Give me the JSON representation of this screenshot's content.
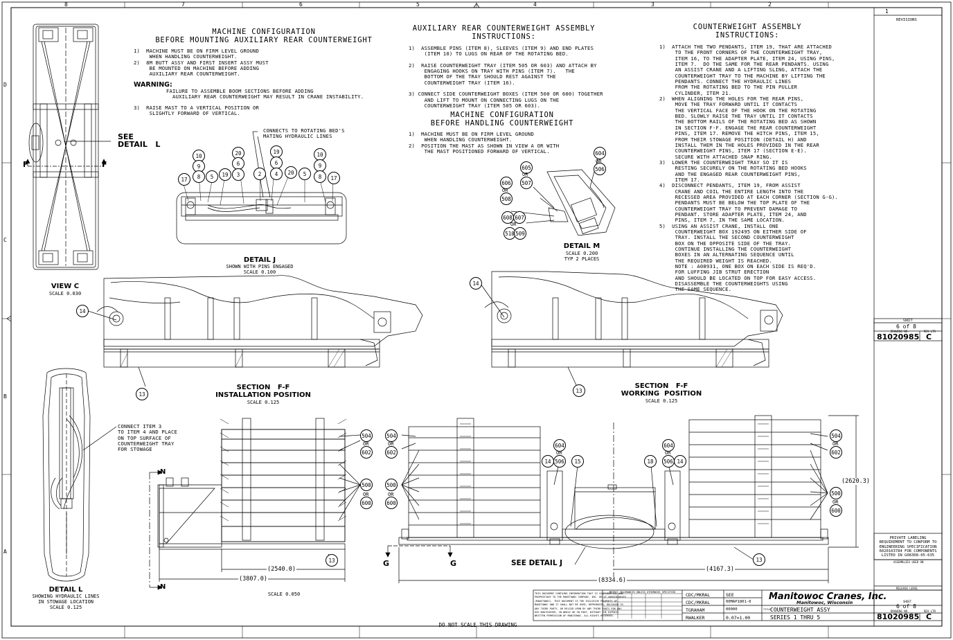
{
  "zones_top": [
    "8",
    "7",
    "6",
    "5",
    "4",
    "3",
    "2",
    "1"
  ],
  "zones_side": [
    "D",
    "C",
    "B",
    "A"
  ],
  "notes": {
    "machine_config_1": {
      "title": "MACHINE CONFIGURATION\nBEFORE MOUNTING AUXILIARY REAR COUNTERWEIGHT",
      "items": "1)  MACHINE MUST BE ON FIRM LEVEL GROUND\n     WHEN HANDLING COUNTERWEIGHT.\n2)  8M BUTT ASSY AND FIRST INSERT ASSY MUST\n     BE MOUNTED ON MACHINE BEFORE ADDING\n     AUXILIARY REAR COUNTERWEIGHT.",
      "warning_label": "WARNING:",
      "warning_text": "FAILURE TO ASSEMBLE BOOM SECTIONS BEFORE ADDING\n  AUXILIARY REAR COUNTERWEIGHT MAY RESULT IN CRANE INSTABILITY.",
      "item3": "3)  RAISE MAST TO A VERTICAL POSITION OR\n     SLIGHTLY FORWARD OF VERTICAL."
    },
    "aux_rear": {
      "title": "AUXILIARY REAR COUNTERWEIGHT ASSEMBLY\nINSTRUCTIONS:",
      "items": "1)  ASSEMBLE PINS (ITEM 8), SLEEVES (ITEM 9) AND END PLATES\n     (ITEM 10) TO LUGS ON REAR OF THE ROTATING BED.\n\n2)  RAISE COUNTERWEIGHT TRAY (ITEM 505 OR 603) AND ATTACH BY\n     ENGAGING HOOKS ON TRAY WITH PINS (ITEM 7).   THE\n     BOTTOM OF THE TRAY SHOULD REST AGAINST THE\n     COUNTERWEIGHT TRAY (ITEM 16).\n\n3) CONNECT SIDE COUNTERWEIGHT BOXES (ITEM 500 OR 600) TOGETHER\n     AND LIFT TO MOUNT ON CONNECTING LUGS ON THE\n     COUNTERWEIGHT TRAY (ITEM 505 OR 603)."
    },
    "machine_config_2": {
      "title": "MACHINE CONFIGURATION\nBEFORE HANDLING COUNTERWEIGHT",
      "items": "1)  MACHINE MUST BE ON FIRM LEVEL GROUND\n     WHEN HANDLING COUNTERWEIGHT.\n2)  POSITION THE MAST AS SHOWN IN VIEW A OR WITH\n     THE MAST POSITIONED FORWARD OF VERTICAL."
    },
    "cw_assembly": {
      "title": "COUNTERWEIGHT ASSEMBLY\nINSTRUCTIONS:",
      "items": "1)  ATTACH THE TWO PENDANTS, ITEM 19, THAT ARE ATTACHED\n     TO THE FRONT CORNERS OF THE COUNTERWEIGHT TRAY,\n     ITEM 16, TO THE ADAPTER PLATE, ITEM 24, USING PINS,\n     ITEM 7.  DO THE SAME FOR THE REAR PENDANTS. USING\n     AN ASSIST CRANE AND A LIFTING SLING, ATTACH THE\n     COUNTERWEIGHT TRAY TO THE MACHINE BY LIFTING THE\n     PENDANTS. CONNECT THE HYDRAULIC LINES\n     FROM THE ROTATING BED TO THE PIN PULLER\n     CYLINDER, ITEM 21.\n2)  WHEN ALIGNING THE HOLES FOR THE REAR PINS,\n     MOVE THE TRAY FORWARD UNTIL IT CONTACTS\n     THE VERTICAL FACE OF THE HOOK ON THE ROTATING\n     BED. SLOWLY RAISE THE TRAY UNTIL IT CONTACTS\n     THE BOTTOM RAILS OF THE ROTATING BED AS SHOWN\n     IN SECTION F-F. ENGAGE THE REAR COUNTERWEIGHT\n     PINS, ITEM 17. REMOVE THE HITCH PINS, ITEM 15,\n     FROM THEIR STOWAGE POSITION (DETAIL H) AND\n     INSTALL THEM IN THE HOLES PROVIDED IN THE REAR\n     COUNTERWEIGHT PINS, ITEM 17 (SECTION E-E).\n     SECURE WITH ATTACHED SNAP RING.\n3)  LOWER THE COUNTERWEIGHT TRAY SO IT IS\n     RESTING SECURELY ON THE ROTATING BED HOOKS\n     AND THE ENGAGED REAR COUNTERWEIGHT PINS,\n     ITEM 17.\n4)  DISCONNECT PENDANTS, ITEM 19, FROM ASSIST\n     CRANE AND COIL THE ENTIRE LENGTH INTO THE\n     RECESSED AREA PROVIDED AT EACH CORNER (SECTION G-G).\n     PENDANTS MUST BE BELOW THE TOP PLATE OF THE\n     COUNTERWEIGHT TRAY TO PREVENT DAMAGE TO\n     PENDANT. STORE ADAPTER PLATE, ITEM 24, AND\n     PINS, ITEM 7, IN THE SAME LOCATION.\n5)  USING AN ASSIST CRANE, INSTALL ONE\n     COUNTERWEIGHT BOX 192495 ON EITHER SIDE OF\n     TRAY. INSTALL THE SECOND COUNTERWEIGHT\n     BOX ON THE OPPOSITE SIDE OF THE TRAY.\n     CONTINUE INSTALLING THE COUNTERWEIGHT\n     BOXES IN AN ALTERNATING SEQUENCE UNTIL\n     THE REQUIRED WEIGHT IS REACHED.\n     NOTE : A08931, ONE BOX ON EACH SIDE IS REQ'D.\n     FOR LUFFING JIB STRUT ERECTION\n     AND SHOULD BE LOCATED ON TOP FOR EASY ACCESS.\n     DISASSEMBLE THE COUNTERWEIGHTS USING\n     THE SAME SEQUENCE."
    }
  },
  "views": {
    "view_c": {
      "title": "VIEW  C",
      "scale": "SCALE  0.030"
    },
    "see_detail_l": "SEE\nDETAIL   L",
    "detail_j": {
      "title": "DETAIL   J",
      "sub": "SHOWN WITH PINS ENGAGED",
      "scale": "SCALE  0.100"
    },
    "detail_j_callout": "CONNECTS TO ROTATING BED'S\nMATING HYDRAULIC LINES",
    "detail_m": {
      "title": "DETAIL   M",
      "scale": "SCALE  0.200",
      "sub": "TYP 2 PLACES"
    },
    "section_ff_install": {
      "title": "SECTION   F-F\nINSTALLATION POSITION",
      "scale": "SCALE  0.125"
    },
    "section_ff_work": {
      "title": "SECTION   F-F\nWORKING  POSITION",
      "scale": "SCALE  0.125"
    },
    "detail_l": {
      "title": "DETAIL   L",
      "sub": "SHOWING HYDRAULIC LINES\nIN STOWAGE LOCATION",
      "scale": "SCALE  0.125"
    },
    "detail_l_callout": "CONNECT ITEM 3\nTO ITEM 4 AND PLACE\nON TOP SURFACE OF\nCOUNTERWEIGHT TRAY\nFOR STOWAGE",
    "scale_bottom": "SCALE  0.050",
    "see_detail_j": "SEE  DETAIL   J",
    "section_labels": {
      "f": "F",
      "n": "N",
      "g": "G"
    }
  },
  "dimensions": {
    "d2540": "(2540.0)",
    "d3807": "(3807.0)",
    "d8334": "(8334.6)",
    "d4167": "(4167.3)",
    "d2620": "(2620.3)"
  },
  "balloons": {
    "dj": [
      "17",
      "10",
      "9",
      "8",
      "5",
      "19",
      "20",
      "6",
      "3",
      "2",
      "19",
      "6",
      "4",
      "20",
      "5",
      "10",
      "9",
      "8",
      "17"
    ],
    "dm": [
      "605",
      "OR",
      "507",
      "606",
      "OR",
      "508",
      "608",
      "607",
      "OR",
      "510",
      "509",
      "604",
      "OR",
      "506"
    ],
    "sec": [
      "14",
      "13",
      "14",
      "13"
    ],
    "bottom": [
      "504",
      "OR",
      "602",
      "500",
      "OR",
      "600",
      "604",
      "OR",
      "506",
      "14",
      "15",
      "18",
      "604",
      "OR",
      "506",
      "14",
      "504",
      "OR",
      "602",
      "500",
      "OR",
      "600",
      "13",
      "13"
    ],
    "or": "OR"
  },
  "title_block": {
    "revisions": "REVISIONS",
    "sheet_label": "SHEET",
    "sheet": "6 of 8",
    "drawing_no_label": "DRAWING NO.",
    "rev_label": "REV LTR",
    "drawing_no": "81020985",
    "rev": "C",
    "private": "PRIVATE LABELING\nREQUIREMENT TO CONFORM TO\nENGINEERING SPECIFICATION\n6020103784 FOR COMPONENTS\nLISTED IN G08308-05-635",
    "assemblies_used_on": "ASSEMBLIES USED ON",
    "release_level": "RELEASE LEVEL",
    "company": "Manitowoc Cranes, Inc.",
    "location": "Manitowoc, Wisconsin",
    "title1": "COUNTERWEIGHT ASSY",
    "title2": "SERIES 1 THRU 5",
    "title_label": "TITLE",
    "dwn": "CDC/MKRAL",
    "chk": "CDC/MKRAL",
    "eng": "TGRAHAM",
    "appr": "RWALKER",
    "weight": "SEE",
    "proj": "00MAP1801-0",
    "code": "00000",
    "scale": "0.07=1.00",
    "confidential": "THIS DOCUMENT CONTAINS INFORMATION THAT IS CONFIDENTIAL AND\nPROPRIETARY TO THE MANITOWOC COMPANY, INC. OR IT SUBSIDIARIES\n(MANITOWOC). THIS DOCUMENT IS THE EXCLUSIVE PROPERTY OF\nMANITOWOC AND IT SHALL NOT BE USED, REPRODUCED, RELEASED TO\nANY THIRD PARTY, OR RELIED UPON BY ANY THIRD PARTY FOR ANY\nUSE WHATSOEVER, IN WHOLE OR IN PART, WITHOUT THE EXPRESS\nWRITTEN PERMISSION OF MANITOWOC. ALL RIGHTS RESERVED.",
    "tolerances": "METRIC TOLERANCES UNLESS OTHERWISE SPECIFIED"
  },
  "footer": "DO NOT SCALE THIS DRAWING"
}
